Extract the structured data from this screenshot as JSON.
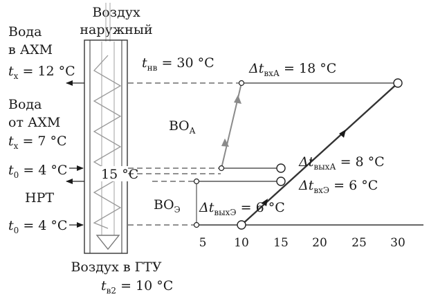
{
  "air_column": {
    "top_label_line1": "Воздух",
    "top_label_line2": "наружный",
    "bottom_label": "Воздух в ГТУ",
    "bottom_temp_sym": "t",
    "bottom_temp_sub": "в2",
    "bottom_temp_val": " = 10 °С"
  },
  "left_labels": {
    "water_in_line1": "Вода",
    "water_in_line2": "в АХМ",
    "tx_in_sym": "t",
    "tx_in_sub": "х",
    "tx_in_val": " = 12 °С",
    "water_from_line1": "Вода",
    "water_from_line2": "от АХМ",
    "tx_out_sym": "t",
    "tx_out_sub": "х",
    "tx_out_val": " = 7 °С",
    "t0_upper_sym": "t",
    "t0_upper_sub": "0",
    "t0_upper_val": " = 4 °С",
    "hrt_label": "НРТ",
    "t0_lower_sym": "t",
    "t0_lower_sub": "0",
    "t0_lower_val": " = 4 °С",
    "mid_temp": "15 °С"
  },
  "annotations": {
    "t_nv_sym": "t",
    "t_nv_sub": "нв",
    "t_nv_val": " = 30 °С",
    "dt_vxA_sym": "Δt",
    "dt_vxA_sub": "вхА",
    "dt_vxA_val": " = 18 °С",
    "vo_A_main": "ВО",
    "vo_A_sub": "А",
    "dt_vyxA_sym": "Δt",
    "dt_vyxA_sub": "выхА",
    "dt_vyxA_val": " = 8 °С",
    "dt_vxE_sym": "Δt",
    "dt_vxE_sub": "вхЭ",
    "dt_vxE_val": " = 6 °С",
    "vo_E_main": "ВО",
    "vo_E_sub": "Э",
    "dt_vyxE_sym": "Δt",
    "dt_vyxE_sub": "выхЭ",
    "dt_vyxE_val": " = 6 °С"
  },
  "axis": {
    "ticks": [
      "5",
      "10",
      "15",
      "20",
      "25",
      "30"
    ],
    "tick_values": [
      5,
      10,
      15,
      20,
      25,
      30
    ]
  },
  "colors": {
    "ink": "#1a1a1a",
    "gray_line": "#8a8a8a",
    "coil": "#9a9a9a"
  }
}
